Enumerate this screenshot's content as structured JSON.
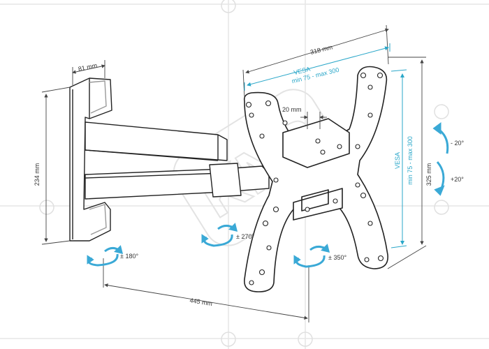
{
  "watermark": "KNS",
  "dimensions": {
    "bracket_depth": "81 mm",
    "bracket_height": "234 mm",
    "plate_width": "318 mm",
    "plate_height": "325 mm",
    "extension": "445 mm",
    "slot": "20 mm"
  },
  "vesa": {
    "horizontal_label": "VESA",
    "horizontal_range": "min 75 - max 300",
    "vertical_label": "VESA",
    "vertical_range": "min 75 - max 300"
  },
  "rotations": {
    "wall_swivel": "± 180°",
    "arm_swivel": "± 270°",
    "plate_rotation": "± 350°",
    "tilt_up": "- 20°",
    "tilt_down": "+20°"
  },
  "colors": {
    "accent": "#2aa7c9",
    "line": "#222222",
    "dim_line": "#444444"
  }
}
